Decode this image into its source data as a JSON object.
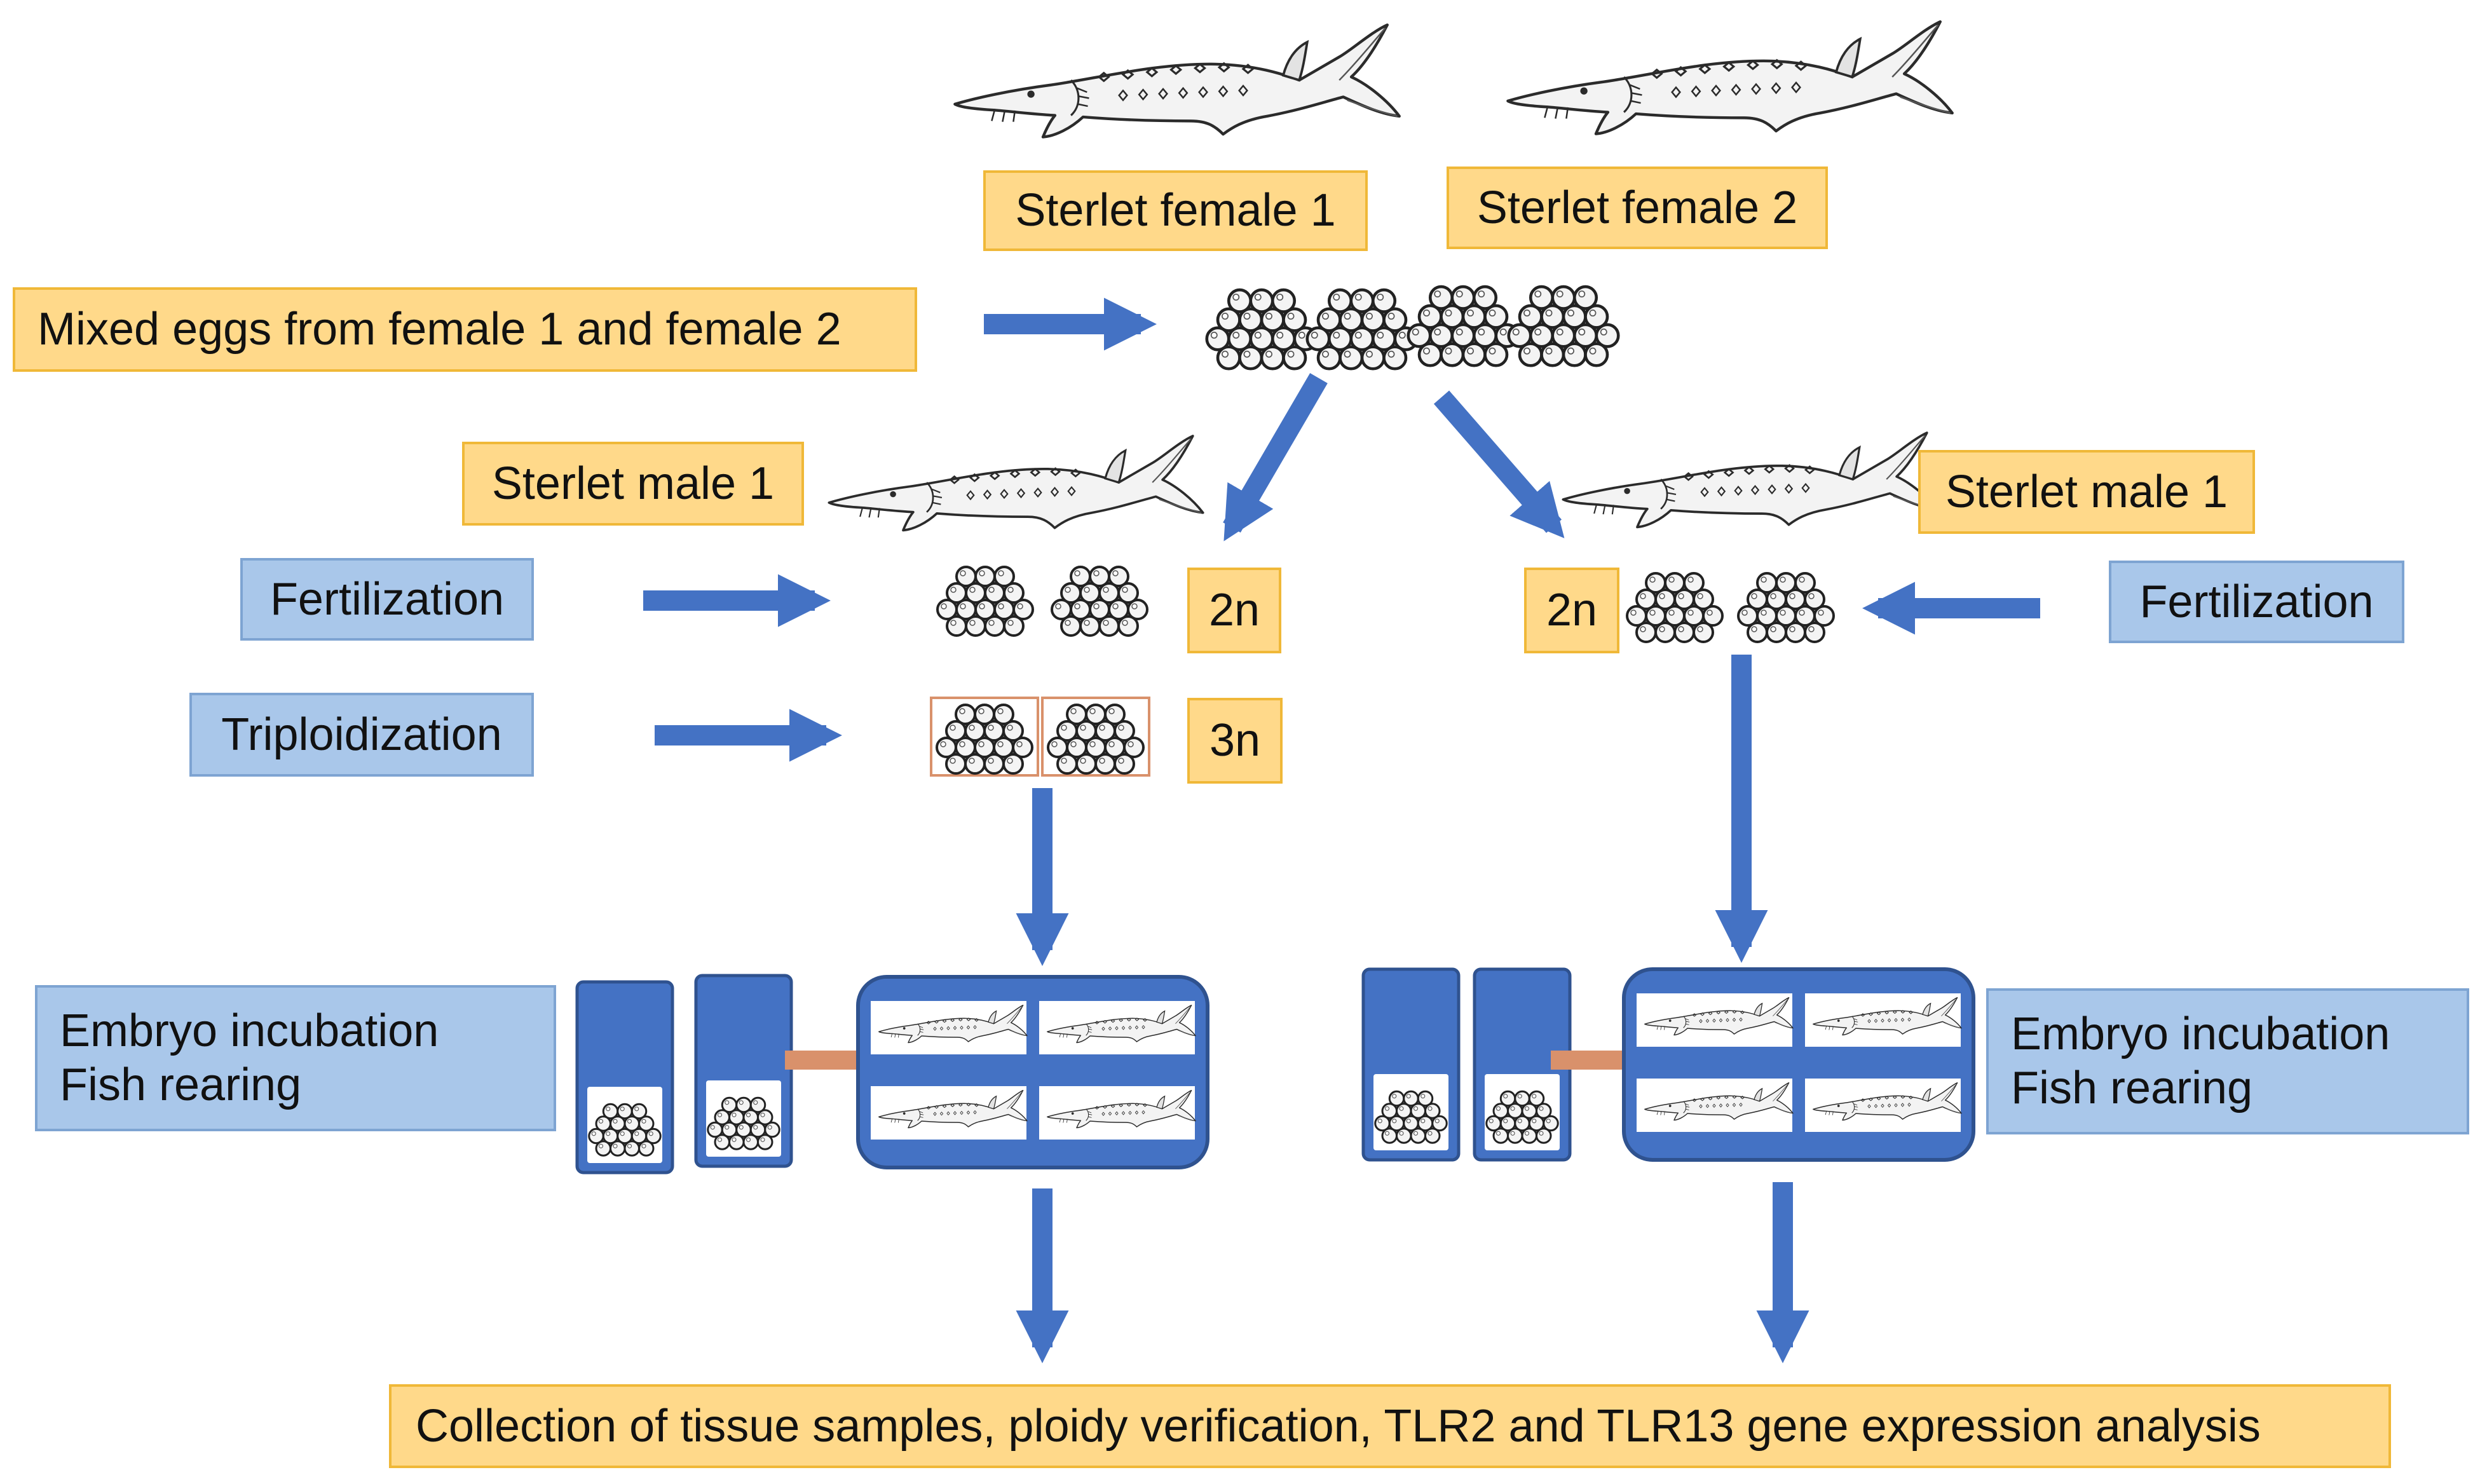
{
  "females": {
    "female1": "Sterlet female 1",
    "female2": "Sterlet female 2"
  },
  "mixed_eggs": "Mixed eggs from  female 1 and female 2",
  "left_branch": {
    "male": "Sterlet male 1",
    "fertilization": "Fertilization",
    "triploidization": "Triploidization",
    "ploidy_2n": "2n",
    "ploidy_3n": "3n",
    "rearing_line1": "Embryo incubation",
    "rearing_line2": "Fish rearing"
  },
  "right_branch": {
    "male": "Sterlet male 1",
    "fertilization": "Fertilization",
    "ploidy_2n": "2n",
    "rearing_line1": "Embryo incubation",
    "rearing_line2": "Fish rearing"
  },
  "final_step": "Collection of tissue samples, ploidy verification, TLR2 and TLR13 gene expression analysis",
  "colors": {
    "label_yellow": "#ffd98a",
    "label_yellow_border": "#f0b838",
    "label_blue": "#a9c7ea",
    "label_blue_border": "#7ea4d2",
    "arrow_blue": "#4472c4",
    "tank_blue": "#4472c4",
    "transfer_orange": "#d9916b"
  },
  "icons": [
    "sturgeon-icon",
    "egg-cluster-icon",
    "incubator-tube-icon",
    "rearing-tank-icon"
  ]
}
